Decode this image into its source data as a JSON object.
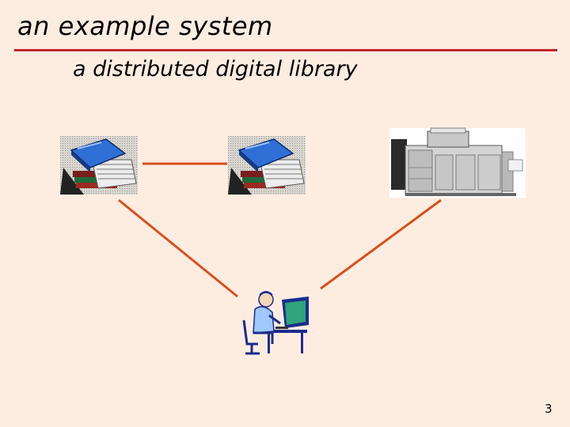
{
  "slide": {
    "title": "an example system",
    "subtitle": "a distributed digital library",
    "page_number": "3"
  },
  "colors": {
    "background": "#fdede1",
    "title_rule": "#c0262b",
    "connector": "#d9501e"
  },
  "diagram": {
    "nodes": [
      {
        "id": "library-1",
        "icon": "book-stack-icon"
      },
      {
        "id": "library-2",
        "icon": "book-stack-icon"
      },
      {
        "id": "printer",
        "icon": "production-printer-icon"
      },
      {
        "id": "user",
        "icon": "user-at-computer-icon"
      }
    ],
    "connections": [
      {
        "from": "library-1",
        "to": "library-2"
      },
      {
        "from": "library-1",
        "to": "user"
      },
      {
        "from": "printer",
        "to": "user"
      }
    ]
  }
}
